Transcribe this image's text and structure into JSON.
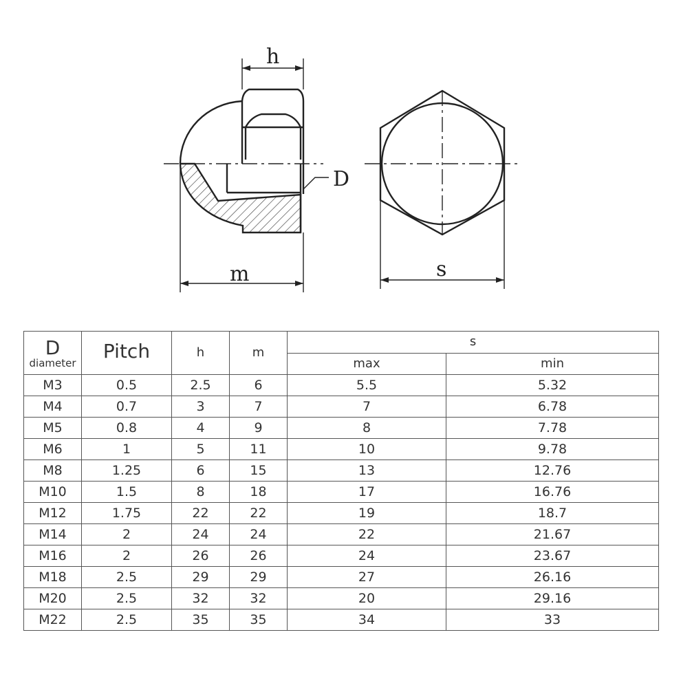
{
  "drawing": {
    "labels": {
      "h": "h",
      "m": "m",
      "D": "D",
      "s": "s"
    }
  },
  "table": {
    "headers": {
      "d": "D",
      "d_sub": "diameter",
      "pitch": "Pitch",
      "h": "h",
      "m": "m",
      "s": "s",
      "s_max": "max",
      "s_min": "min"
    },
    "rows": [
      {
        "d": "M3",
        "pitch": "0.5",
        "h": "2.5",
        "m": "6",
        "max": "5.5",
        "min": "5.32"
      },
      {
        "d": "M4",
        "pitch": "0.7",
        "h": "3",
        "m": "7",
        "max": "7",
        "min": "6.78"
      },
      {
        "d": "M5",
        "pitch": "0.8",
        "h": "4",
        "m": "9",
        "max": "8",
        "min": "7.78"
      },
      {
        "d": "M6",
        "pitch": "1",
        "h": "5",
        "m": "11",
        "max": "10",
        "min": "9.78"
      },
      {
        "d": "M8",
        "pitch": "1.25",
        "h": "6",
        "m": "15",
        "max": "13",
        "min": "12.76"
      },
      {
        "d": "M10",
        "pitch": "1.5",
        "h": "8",
        "m": "18",
        "max": "17",
        "min": "16.76"
      },
      {
        "d": "M12",
        "pitch": "1.75",
        "h": "22",
        "m": "22",
        "max": "19",
        "min": "18.7"
      },
      {
        "d": "M14",
        "pitch": "2",
        "h": "24",
        "m": "24",
        "max": "22",
        "min": "21.67"
      },
      {
        "d": "M16",
        "pitch": "2",
        "h": "26",
        "m": "26",
        "max": "24",
        "min": "23.67"
      },
      {
        "d": "M18",
        "pitch": "2.5",
        "h": "29",
        "m": "29",
        "max": "27",
        "min": "26.16"
      },
      {
        "d": "M20",
        "pitch": "2.5",
        "h": "32",
        "m": "32",
        "max": "20",
        "min": "29.16"
      },
      {
        "d": "M22",
        "pitch": "2.5",
        "h": "35",
        "m": "35",
        "max": "34",
        "min": "33"
      }
    ]
  }
}
